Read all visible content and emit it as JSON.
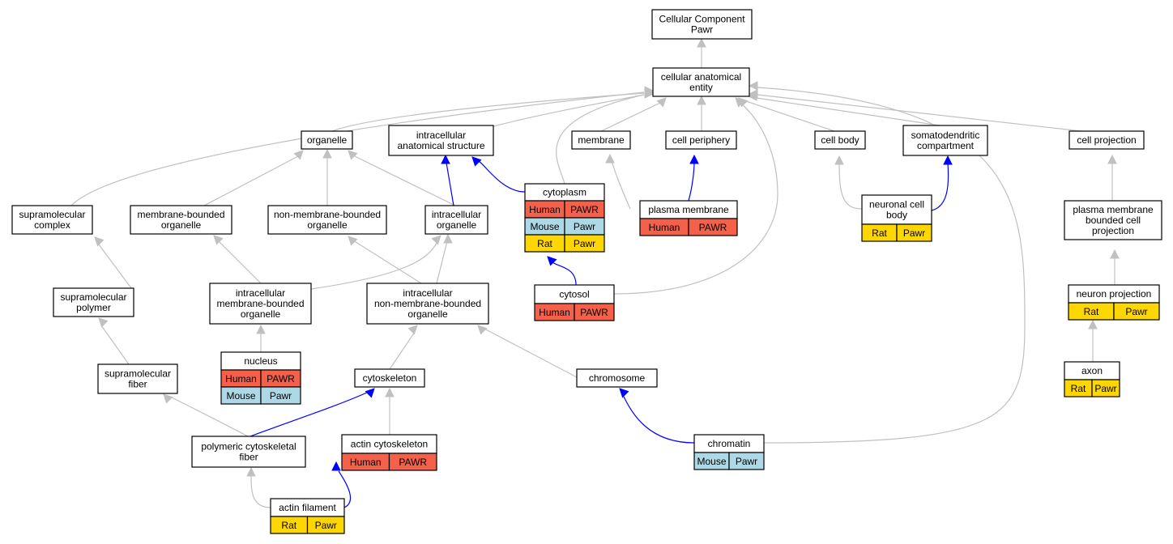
{
  "colors": {
    "human": "#f4604a",
    "mouse": "#add8e6",
    "rat": "#ffd700",
    "edge_gray": "#c0c0c0",
    "edge_blue": "#0000ff"
  },
  "nodes": {
    "root": [
      "Cellular Component",
      "Pawr"
    ],
    "cae": [
      "cellular anatomical",
      "entity"
    ],
    "organelle": [
      "organelle"
    ],
    "ias": [
      "intracellular",
      "anatomical structure"
    ],
    "membrane": [
      "membrane"
    ],
    "cellper": [
      "cell periphery"
    ],
    "cellbody": [
      "cell body"
    ],
    "somato": [
      "somatodendritic",
      "compartment"
    ],
    "cellproj": [
      "cell projection"
    ],
    "supcomplex": [
      "supramolecular",
      "complex"
    ],
    "mbo": [
      "membrane-bounded",
      "organelle"
    ],
    "nmbo": [
      "non-membrane-bounded",
      "organelle"
    ],
    "intorg": [
      "intracellular",
      "organelle"
    ],
    "cytoplasm": [
      "cytoplasm"
    ],
    "plasmamem": [
      "plasma membrane"
    ],
    "neuronalcb": [
      "neuronal cell",
      "body"
    ],
    "pmbcp": [
      "plasma membrane",
      "bounded cell",
      "projection"
    ],
    "suppolymer": [
      "supramolecular",
      "polymer"
    ],
    "imbo": [
      "intracellular",
      "membrane-bounded",
      "organelle"
    ],
    "inmbo": [
      "intracellular",
      "non-membrane-bounded",
      "organelle"
    ],
    "cytosol": [
      "cytosol"
    ],
    "neuronproj": [
      "neuron projection"
    ],
    "nucleus": [
      "nucleus"
    ],
    "supfiber": [
      "supramolecular",
      "fiber"
    ],
    "cytoskeleton": [
      "cytoskeleton"
    ],
    "chromosome": [
      "chromosome"
    ],
    "axon": [
      "axon"
    ],
    "polyfiber": [
      "polymeric cytoskeletal",
      "fiber"
    ],
    "actincyto": [
      "actin cytoskeleton"
    ],
    "chromatin": [
      "chromatin"
    ],
    "actinfil": [
      "actin filament"
    ]
  },
  "annotations": {
    "cytoplasm": [
      [
        "Human",
        "PAWR"
      ],
      [
        "Mouse",
        "Pawr"
      ],
      [
        "Rat",
        "Pawr"
      ]
    ],
    "plasmamem": [
      [
        "Human",
        "PAWR"
      ]
    ],
    "neuronalcb": [
      [
        "Rat",
        "Pawr"
      ]
    ],
    "cytosol": [
      [
        "Human",
        "PAWR"
      ]
    ],
    "neuronproj": [
      [
        "Rat",
        "Pawr"
      ]
    ],
    "nucleus": [
      [
        "Human",
        "PAWR"
      ],
      [
        "Mouse",
        "Pawr"
      ]
    ],
    "axon": [
      [
        "Rat",
        "Pawr"
      ]
    ],
    "actincyto": [
      [
        "Human",
        "PAWR"
      ]
    ],
    "chromatin": [
      [
        "Mouse",
        "Pawr"
      ]
    ],
    "actinfil": [
      [
        "Rat",
        "Pawr"
      ]
    ]
  }
}
